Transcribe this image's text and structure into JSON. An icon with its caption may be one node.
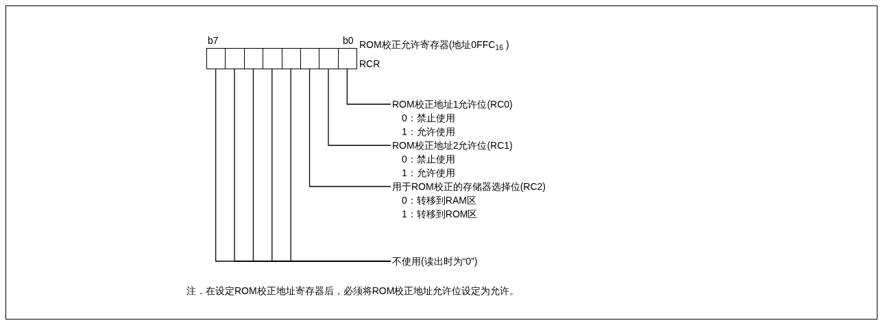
{
  "diagram": {
    "nodes": [
      {
        "text": [
          "ROM校正允许寄存器(地址0FFC$_{16}$ )",
          "RCR"
        ]
      },
      {
        "text": [],
        "shape": "box",
        "in": 0
      },
      {
        "text": [],
        "shape": "box",
        "in": 0
      },
      {
        "text": [],
        "shape": "box",
        "in": 0
      },
      {
        "text": [],
        "shape": "box",
        "in": 0
      },
      {
        "text": [],
        "shape": "box",
        "in": 0
      },
      {
        "text": [],
        "shape": "box",
        "in": 0
      },
      {
        "text": [],
        "shape": "box",
        "in": 0
      },
      {
        "text": [],
        "shape": "box",
        "in": 0
      },
      {
        "text": [
          "ROM校正地址1允许位(RC0)",
          "0：禁止使用",
          "1：允许使用"
        ]
      },
      {
        "text": [
          "ROM校正地址2允许位(RC1)",
          "0：禁止使用",
          "1：允许使用"
        ]
      },
      {
        "text": [
          "用于ROM校正的存储器选择位(RC2)",
          "0：转移到RAM区",
          "1：转移到ROM区"
        ]
      },
      {
        "text": [
          "不使用(读出时为“0”)"
        ]
      }
    ],
    "edges": [
      {
        "from": 9,
        "to": 8,
        "arrow": "none"
      },
      {
        "from": 10,
        "to": 7,
        "arrow": "none"
      },
      {
        "from": 11,
        "to": 6,
        "arrow": "none"
      },
      {
        "from": 12,
        "to": 5,
        "arrow": "none"
      },
      {
        "from": 12,
        "to": 4,
        "arrow": "none"
      },
      {
        "from": 12,
        "to": 3,
        "arrow": "none"
      },
      {
        "from": 12,
        "to": 2,
        "arrow": "none"
      },
      {
        "from": 12,
        "to": 1,
        "arrow": "none"
      }
    ],
    "labels": [
      "b7",
      "b0",
      "注．在设定ROM校正地址寄存器后，必须将ROM校正地址允许位设定为允许。"
    ]
  }
}
